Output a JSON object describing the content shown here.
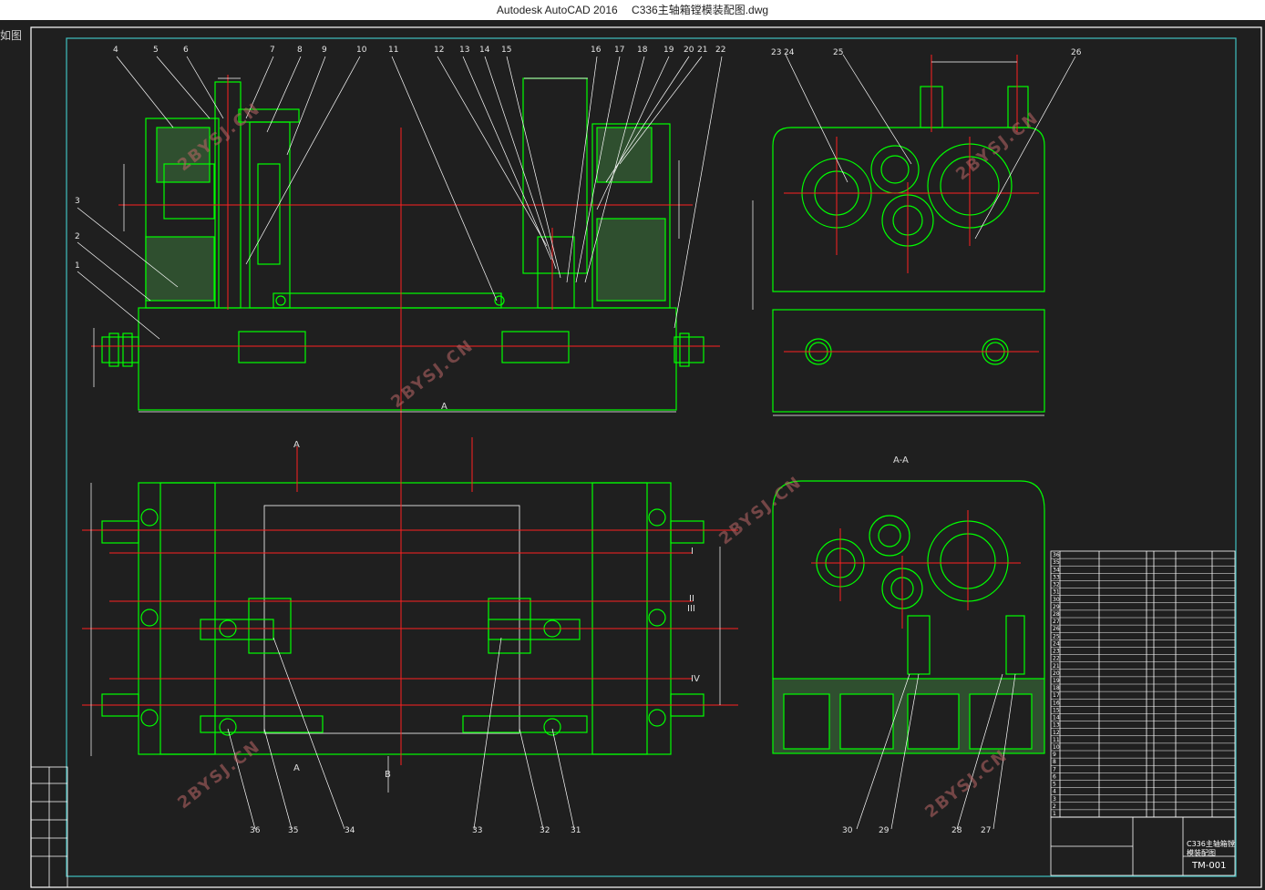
{
  "window": {
    "app_title": "Autodesk AutoCAD 2016",
    "file_name": "C336主轴箱镗模装配图.dwg",
    "side_tag": "如图"
  },
  "drawing": {
    "part_numbers_top": [
      "4",
      "5",
      "6",
      "7",
      "8",
      "9",
      "10",
      "11",
      "12",
      "13",
      "14",
      "15",
      "16",
      "17",
      "18",
      "19",
      "20",
      "21",
      "22"
    ],
    "part_numbers_left": [
      "3",
      "2",
      "1"
    ],
    "part_numbers_right": [
      "23",
      "24",
      "25",
      "26"
    ],
    "part_numbers_bottom": [
      "36",
      "35",
      "34",
      "33",
      "32",
      "31",
      "30",
      "29",
      "28",
      "27"
    ],
    "section_label": "A-A",
    "section_mark": "A",
    "datum_a": "A",
    "datum_b": "B",
    "axis_labels": [
      "I",
      "II",
      "III",
      "IV"
    ],
    "watermark": "2BYSJ.CN"
  },
  "title_block": {
    "row_numbers": [
      "36",
      "35",
      "34",
      "33",
      "32",
      "31",
      "30",
      "29",
      "28",
      "27",
      "26",
      "25",
      "24",
      "23",
      "22",
      "21",
      "20",
      "19",
      "18",
      "17",
      "16",
      "15",
      "14",
      "13",
      "12",
      "11",
      "10",
      "9",
      "8",
      "7",
      "6",
      "5",
      "4",
      "3",
      "2",
      "1"
    ],
    "title_line1": "C336主轴箱镗",
    "title_line2": "模装配图",
    "drawing_code": "TM-001"
  },
  "colors": {
    "background": "#1f1f1f",
    "frame": "#ffffff",
    "inner_frame": "#40c0c0",
    "geometry": "#00ff00",
    "centerline": "#ff2020",
    "dimension": "#ffffff"
  }
}
